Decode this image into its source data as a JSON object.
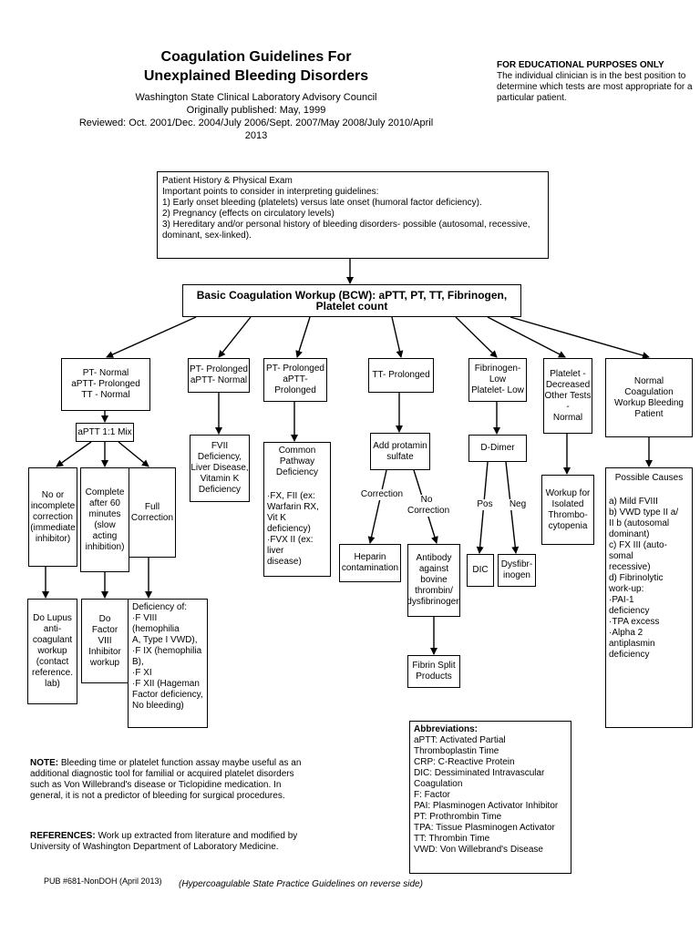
{
  "header": {
    "title_1": "Coagulation Guidelines For",
    "title_2": "Unexplained Bleeding Disorders",
    "org": "Washington State Clinical Laboratory Advisory Council",
    "published": "Originally published:  May, 1999",
    "reviewed": "Reviewed:  Oct. 2001/Dec. 2004/July 2006/Sept. 2007/May 2008/July 2010/April 2013"
  },
  "edu": {
    "heading": "FOR EDUCATIONAL PURPOSES ONLY",
    "text": "The individual clinician is in the best position to determine which tests are most appropriate for a particular patient."
  },
  "history": {
    "l1": "Patient History & Physical Exam",
    "l2": "Important points to consider in interpreting guidelines:",
    "l3": "1) Early onset bleeding (platelets) versus late onset (humoral factor deficiency).",
    "l4": "2) Pregnancy (effects on circulatory levels)",
    "l5": "3) Hereditary and/or personal history of  bleeding disorders- possible (autosomal, recessive, dominant, sex-linked)."
  },
  "bcw": "Basic Coagulation Workup (BCW):   aPTT, PT, TT, Fibrinogen, Platelet count",
  "branches": {
    "b1": "PT- Normal\naPTT- Prolonged\nTT - Normal",
    "b2": "PT- Prolonged\naPTT- Normal",
    "b3": "PT- Prolonged\naPTT- Prolonged",
    "b4": "TT- Prolonged",
    "b5": "Fibrinogen-\nLow\nPlatelet- Low",
    "b6": "Platelet -\nDecreased\nOther Tests -\nNormal",
    "b7": "Normal\nCoagulation\nWorkup Bleeding\nPatient"
  },
  "mix": "aPTT 1:1 Mix",
  "mix_results": {
    "none": "No or\nincomplete\ncorrection\n(immediate\ninhibitor)",
    "complete60": "Complete\nafter 60\nminutes\n(slow\nacting\ninhibition)",
    "full": "Full\nCorrection"
  },
  "lupus": "Do Lupus\nanti-\ncoagulant\nworkup\n(contact\nreference.\nlab)",
  "fviii_inhib": "Do\nFactor\nVIII\nInhibitor\nworkup",
  "deficiency_of": "Deficiency of:\n·F VIII (hemophilia\n    A, Type I VWD),\n·F  IX (hemophilia B),\n·F XI\n·F XII (Hageman\n    Factor deficiency,\n    No bleeding)",
  "fvii": "FVII Deficiency,\nLiver Disease,\nVitamin K\nDeficiency",
  "common_path": {
    "title": "Common Pathway\nDeficiency",
    "list": "·FX, FII (ex:\n   Warfarin RX,\n   Vit K deficiency)\n·FVX II (ex: liver\n   disease)"
  },
  "protamin": "Add protamin\nsulfate",
  "labels": {
    "correction": "Correction",
    "no_correction": "No\nCorrection",
    "pos": "Pos",
    "neg": "Neg"
  },
  "heparin": "Heparin\ncontamination",
  "antibody": "Antibody\nagainst\nbovine\nthrombin/\ndysfibrinogen",
  "fsp": "Fibrin Split\nProducts",
  "ddimer": "D-Dimer",
  "dic": "DIC",
  "dysfib": "Dysfibr-\ninogen",
  "workup_iso": "Workup for\nIsolated\nThrombo-\ncytopenia",
  "causes": {
    "title": "Possible Causes",
    "list": "a) Mild FVIII\nb) VWD type II a/\n    II b (autosomal\n    dominant)\nc) FX III (auto-\n    somal\n    recessive)\nd) Fibrinolytic\n    work-up:\n    ·PAI-1\n      deficiency\n    ·TPA excess\n    ·Alpha 2\n      antiplasmin\n      deficiency"
  },
  "abbrev": {
    "title": "Abbreviations:",
    "items": [
      "aPTT: Activated Partial Thromboplastin Time",
      "CRP: C-Reactive Protein",
      "DIC:  Dessiminated Intravascular Coagulation",
      "F:  Factor",
      "PAI: Plasminogen Activator Inhibitor",
      "PT:  Prothrombin Time",
      "TPA:  Tissue Plasminogen Activator",
      "TT:  Thrombin Time",
      "VWD: Von Willebrand's Disease"
    ]
  },
  "note": {
    "label": "NOTE:",
    "text": " Bleeding time or platelet function assay maybe useful as an additional diagnostic tool for familial or acquired platelet disorders such as Von Willebrand's disease or Ticlopidine medication.  In general, it is not a predictor of bleeding for surgical procedures."
  },
  "refs": {
    "label": "REFERENCES:",
    "text": " Work up extracted from literature and modified by University of Washington Department of Laboratory Medicine."
  },
  "footer": {
    "pub": "PUB #681-NonDOH (April 2013)",
    "reverse": "(Hypercoagulable State Practice Guidelines on  reverse side)"
  }
}
